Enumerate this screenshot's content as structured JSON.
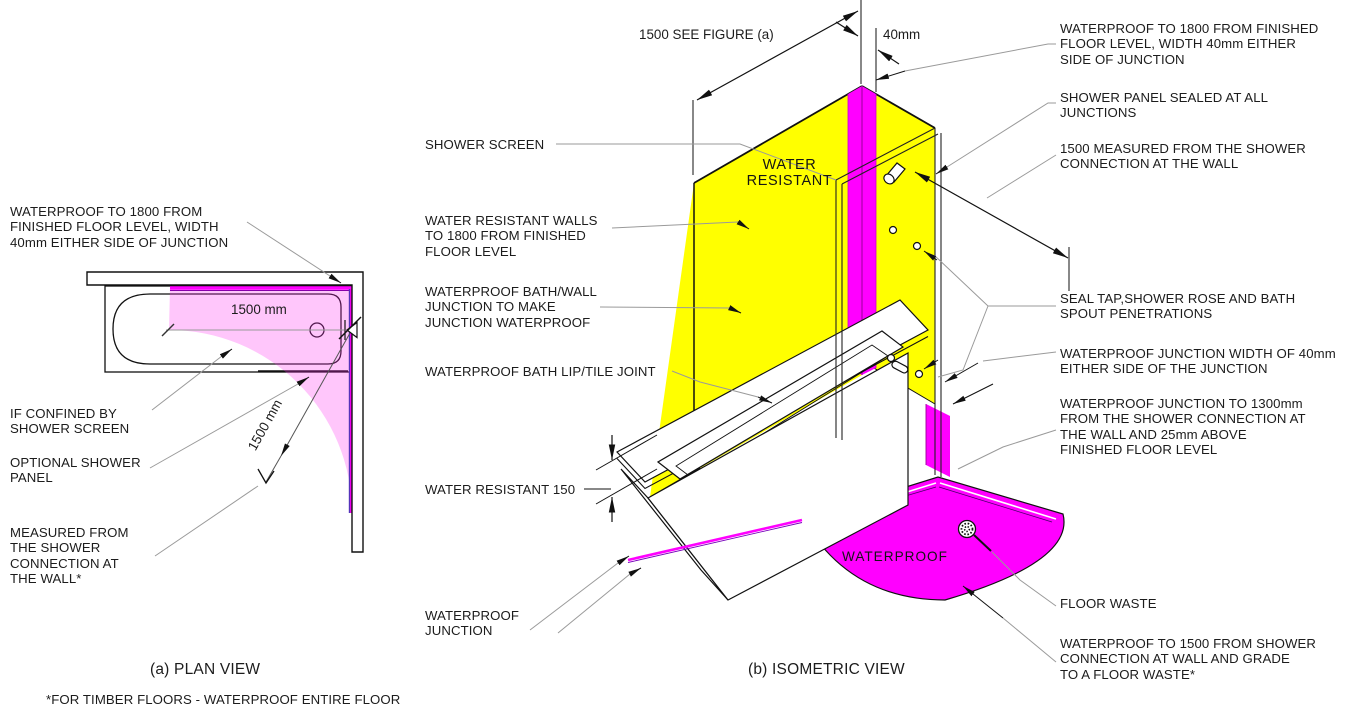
{
  "colors": {
    "water_resistant_yellow": "#FFFF00",
    "waterproof_magenta": "#FF00FF",
    "waterproof_light_pink": "#F7C2F2",
    "leader_gray": "#9A9A9A",
    "line_black": "#111111"
  },
  "plan": {
    "caption": "(a) PLAN VIEW",
    "footnote": "*FOR TIMBER FLOORS - WATERPROOF ENTIRE FLOOR",
    "bath_length_dim": "1500 mm",
    "radius_dim": "1500 mm",
    "labels": [
      "WATERPROOF TO 1800 FROM\nFINISHED FLOOR LEVEL, WIDTH\n40mm EITHER SIDE OF JUNCTION",
      "IF CONFINED BY\nSHOWER SCREEN",
      "OPTIONAL SHOWER\nPANEL",
      "MEASURED FROM\nTHE SHOWER\nCONNECTION AT\nTHE WALL*"
    ]
  },
  "iso": {
    "caption": "(b) ISOMETRIC VIEW",
    "top_dim": "1500 SEE FIGURE (a)",
    "junction_width_dim": "40mm",
    "wall_text": "WATER\nRESISTANT",
    "floor_text": "WATERPROOF",
    "left_labels": [
      "SHOWER SCREEN",
      "WATER RESISTANT WALLS\nTO 1800 FROM FINISHED\nFLOOR LEVEL",
      "WATERPROOF BATH/WALL\nJUNCTION TO MAKE\nJUNCTION WATERPROOF",
      "WATERPROOF BATH LIP/TILE JOINT",
      "WATER RESISTANT 150",
      "WATERPROOF\nJUNCTION"
    ],
    "right_labels": [
      "WATERPROOF TO 1800 FROM FINISHED\nFLOOR LEVEL, WIDTH 40mm EITHER\nSIDE OF JUNCTION",
      "SHOWER PANEL SEALED AT ALL\nJUNCTIONS",
      "1500 MEASURED FROM THE SHOWER\nCONNECTION AT THE WALL",
      "SEAL TAP,SHOWER ROSE AND BATH\nSPOUT PENETRATIONS",
      "WATERPROOF JUNCTION WIDTH OF 40mm\nEITHER SIDE OF THE JUNCTION",
      "WATERPROOF JUNCTION TO 1300mm\nFROM THE SHOWER CONNECTION AT\nTHE WALL AND 25mm ABOVE\nFINISHED FLOOR LEVEL",
      "FLOOR WASTE",
      "WATERPROOF TO 1500 FROM SHOWER\nCONNECTION AT WALL AND GRADE\nTO A FLOOR WASTE*"
    ]
  }
}
